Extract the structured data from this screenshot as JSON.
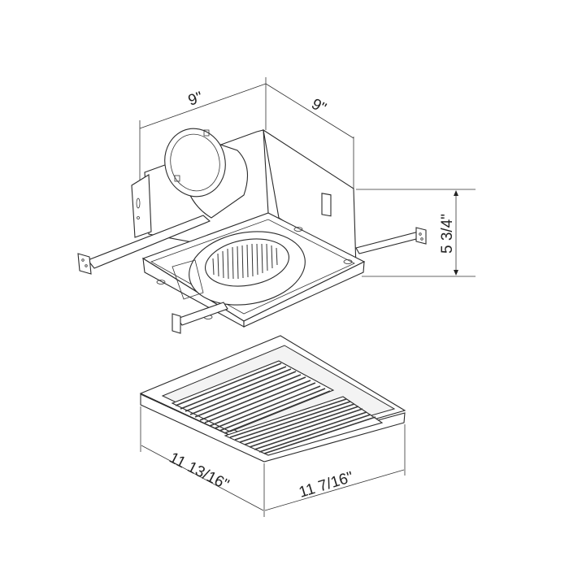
{
  "diagram": {
    "type": "technical-dimension-drawing",
    "subject": "ceiling exhaust fan housing and grille",
    "colors": {
      "line": "#2a2a2a",
      "background": "#ffffff"
    },
    "dimensions": {
      "housing_width": "9\"",
      "housing_depth": "9\"",
      "housing_height": "5 3/4\"",
      "grille_width": "11 13/16\"",
      "grille_depth": "11 7/16\""
    },
    "components": [
      {
        "name": "housing",
        "label": ""
      },
      {
        "name": "duct-collar",
        "label": ""
      },
      {
        "name": "blower-wheel",
        "label": ""
      },
      {
        "name": "mounting-brackets",
        "label": ""
      },
      {
        "name": "grille",
        "label": ""
      }
    ]
  }
}
